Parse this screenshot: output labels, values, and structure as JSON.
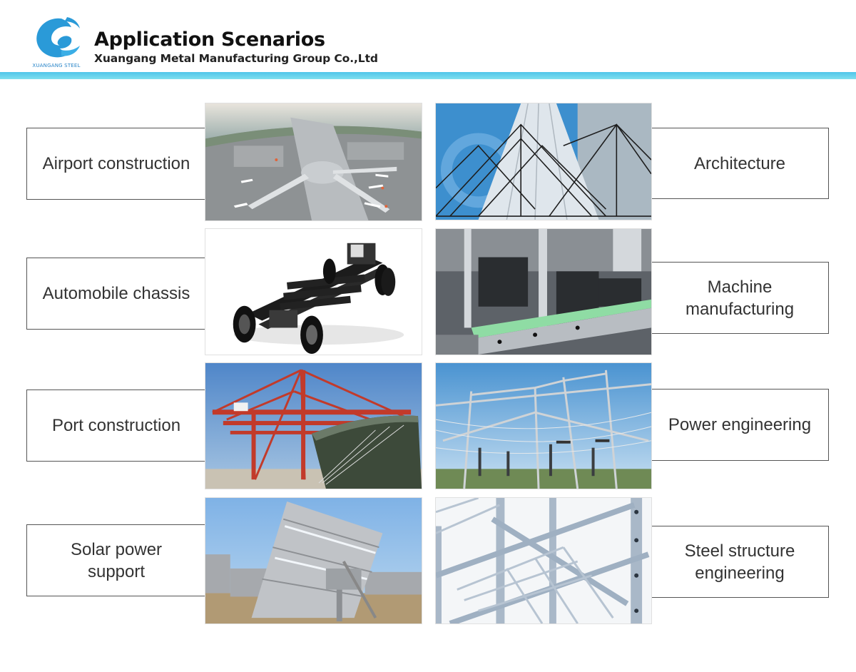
{
  "header": {
    "title": "Application Scenarios",
    "subtitle": "Xuangang Metal Manufacturing Group Co.,Ltd",
    "logo_text": "XUANGANG STEEL",
    "logo_icon": "xuangang-wave-g-logo",
    "accent_color": "#2a9ad8",
    "bar_color": "#5ccbea"
  },
  "scenarios": {
    "left": [
      {
        "label": "Airport construction",
        "image": "airport-aerial-photo"
      },
      {
        "label": "Automobile chassis",
        "image": "truck-chassis-photo"
      },
      {
        "label": "Port construction",
        "image": "port-crane-ship-photo"
      },
      {
        "label": "Solar power support",
        "label_line1": "Solar power",
        "label_line2": "support",
        "image": "solar-panel-tracker-photo"
      }
    ],
    "right": [
      {
        "label": "Architecture",
        "image": "skyscraper-steel-frame-photo"
      },
      {
        "label": "Machine manufacturing",
        "label_line1": "Machine",
        "label_line2": "manufacturing",
        "image": "factory-machine-photo"
      },
      {
        "label": "Power engineering",
        "image": "electrical-substation-photo"
      },
      {
        "label": "Steel structure engineering",
        "label_line1": "Steel structure",
        "label_line2": "engineering",
        "image": "steel-beam-frame-photo"
      }
    ]
  }
}
